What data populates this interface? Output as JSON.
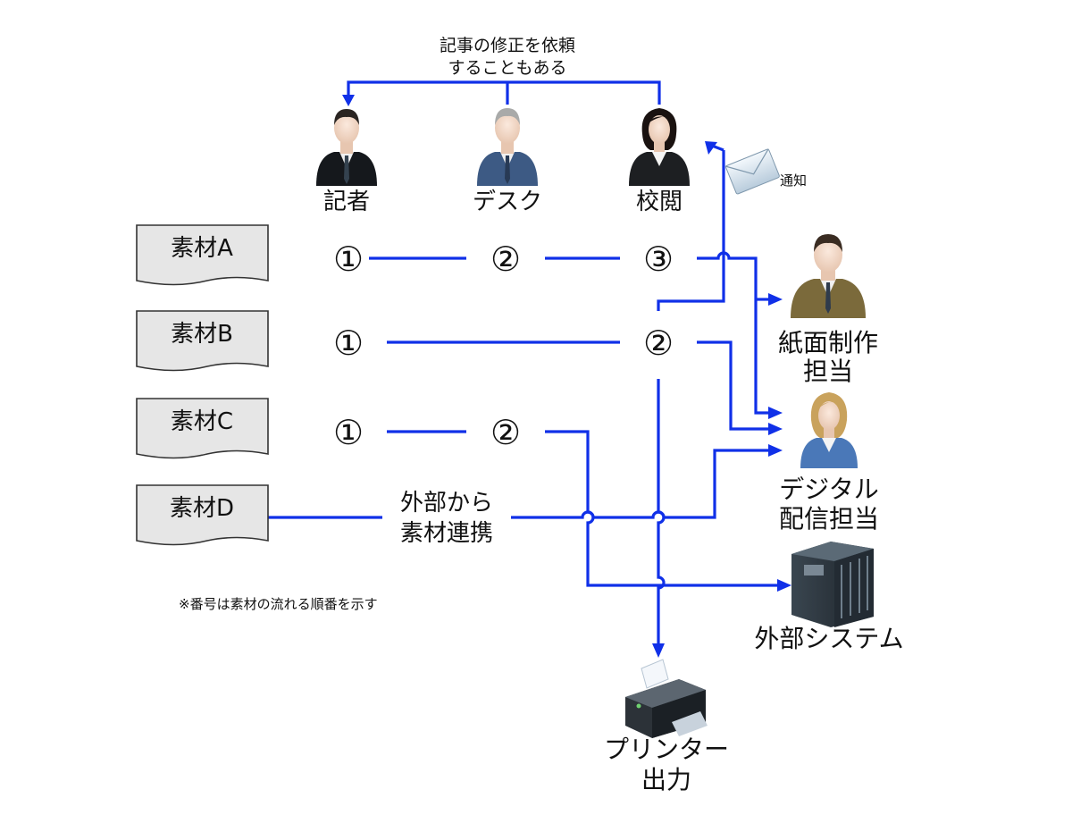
{
  "roles": {
    "reporter": "記者",
    "desk": "デスク",
    "proofreader": "校閲",
    "print_layout": [
      "紙面制作",
      "担当"
    ],
    "digital": [
      "デジタル",
      "配信担当"
    ],
    "external_system": "外部システム",
    "printer": [
      "プリンター",
      "出力"
    ]
  },
  "materials": {
    "a": "素材A",
    "b": "素材B",
    "c": "素材C",
    "d": "素材D"
  },
  "steps": {
    "one": "①",
    "two": "②",
    "three": "③"
  },
  "annotations": {
    "revision": [
      "記事の修正を依頼",
      "することもある"
    ],
    "notify": "通知",
    "external_link": [
      "外部から",
      "素材連携"
    ],
    "footnote": "※番号は素材の流れる順番を示す"
  },
  "icons": {
    "reporter": "businessman-dark-suit-icon",
    "desk": "businessman-gray-hair-icon",
    "proofreader": "businesswoman-icon",
    "print_layout": "businessman-olive-suit-icon",
    "digital": "businesswoman-blonde-icon",
    "external_system": "server-rack-icon",
    "printer": "printer-icon",
    "notify": "envelope-icon"
  },
  "colors": {
    "flow": "#1030e8",
    "doc_fill": "#e6e6e6"
  }
}
